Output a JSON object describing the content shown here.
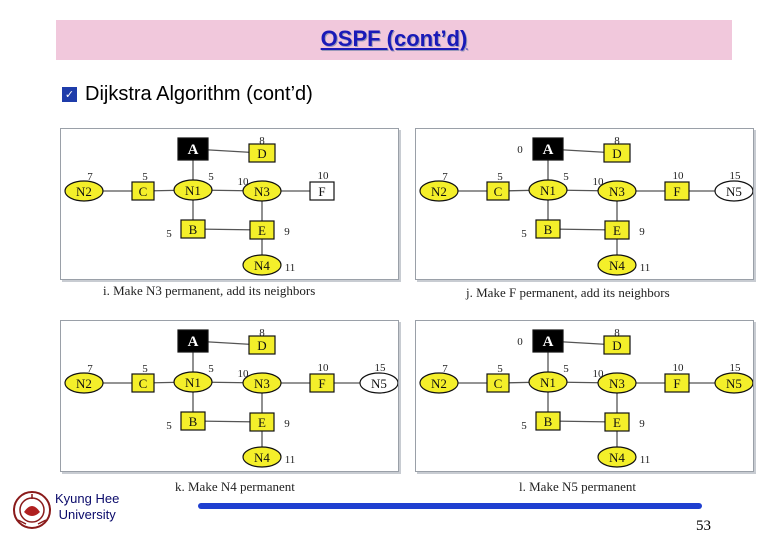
{
  "slide": {
    "title": "OSPF (cont’d)",
    "heading": "Dijkstra Algorithm (cont’d)",
    "university_line1": "Kyung Hee",
    "university_line2": "University",
    "page_number": "53"
  },
  "colors": {
    "title_band": "#f1c8dc",
    "title_text": "#1a1ab8",
    "node_yellow": "#f4ef2a",
    "node_black": "#000000",
    "footer_bar": "#1f3fd0"
  },
  "panels": [
    {
      "id": "i",
      "caption": "i. Make N3 permanent, add its neighbors",
      "has_N5": false,
      "highlighted": [
        "A",
        "C",
        "N1",
        "N2",
        "N3",
        "D",
        "B",
        "E",
        "N4"
      ],
      "A_cost": "",
      "weights": {
        "D": "8",
        "N2": "7",
        "C": "5",
        "N1": "5",
        "N3": "10",
        "F": "10",
        "B": "5",
        "E": "9",
        "N4": "11",
        "N5": ""
      }
    },
    {
      "id": "j",
      "caption": "j. Make F permanent, add its neighbors",
      "has_N5": true,
      "highlighted": [
        "A",
        "C",
        "N1",
        "N2",
        "N3",
        "D",
        "B",
        "E",
        "N4",
        "F"
      ],
      "A_cost": "0",
      "weights": {
        "D": "8",
        "N2": "7",
        "C": "5",
        "N1": "5",
        "N3": "10",
        "F": "10",
        "B": "5",
        "E": "9",
        "N4": "11",
        "N5": "15"
      }
    },
    {
      "id": "k",
      "caption": "k. Make N4 permanent",
      "has_N5": true,
      "highlighted": [
        "A",
        "C",
        "N1",
        "N2",
        "N3",
        "D",
        "B",
        "E",
        "N4",
        "F"
      ],
      "A_cost": "",
      "weights": {
        "D": "8",
        "N2": "7",
        "C": "5",
        "N1": "5",
        "N3": "10",
        "F": "10",
        "B": "5",
        "E": "9",
        "N4": "11",
        "N5": "15"
      }
    },
    {
      "id": "l",
      "caption": "l. Make N5 permanent",
      "has_N5": true,
      "highlighted": [
        "A",
        "C",
        "N1",
        "N2",
        "N3",
        "D",
        "B",
        "E",
        "N4",
        "F",
        "N5"
      ],
      "A_cost": "0",
      "weights": {
        "D": "8",
        "N2": "7",
        "C": "5",
        "N1": "5",
        "N3": "10",
        "F": "10",
        "B": "5",
        "E": "9",
        "N4": "11",
        "N5": "15"
      }
    }
  ]
}
